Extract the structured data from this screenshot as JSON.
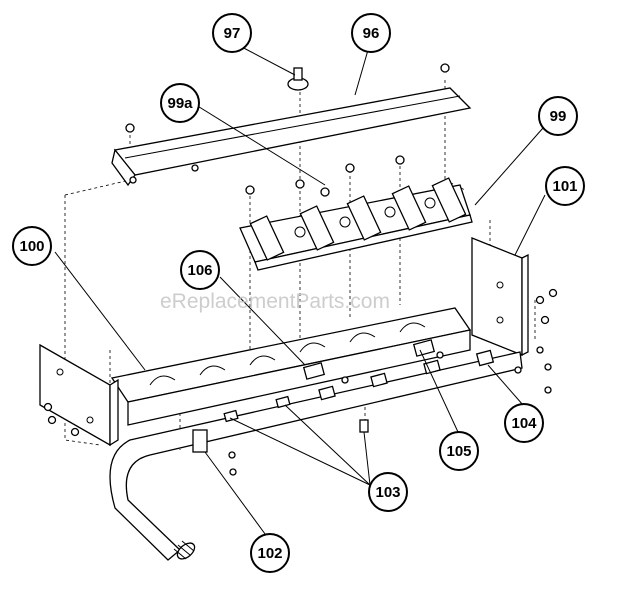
{
  "watermark": "eReplacementParts.com",
  "callouts": {
    "c96": "96",
    "c97": "97",
    "c99a": "99a",
    "c99": "99",
    "c100": "100",
    "c101": "101",
    "c102": "102",
    "c103": "103",
    "c104": "104",
    "c105": "105",
    "c106": "106"
  }
}
